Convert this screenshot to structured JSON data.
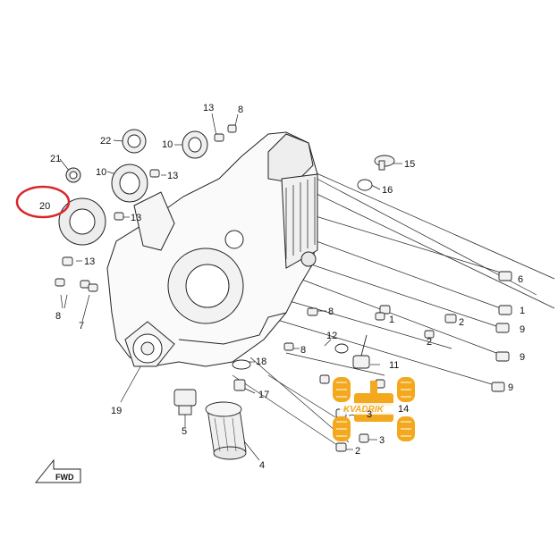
{
  "diagram": {
    "callouts": [
      {
        "id": "c13a",
        "text": "13"
      },
      {
        "id": "c8a",
        "text": "8"
      },
      {
        "id": "c22",
        "text": "22"
      },
      {
        "id": "c10a",
        "text": "10"
      },
      {
        "id": "c21",
        "text": "21"
      },
      {
        "id": "c10b",
        "text": "10"
      },
      {
        "id": "c13b",
        "text": "13"
      },
      {
        "id": "c15",
        "text": "15"
      },
      {
        "id": "c16",
        "text": "16"
      },
      {
        "id": "c20",
        "text": "20"
      },
      {
        "id": "c13c",
        "text": "13"
      },
      {
        "id": "c13d",
        "text": "13"
      },
      {
        "id": "c6",
        "text": "6"
      },
      {
        "id": "c8b",
        "text": "8"
      },
      {
        "id": "c7",
        "text": "7"
      },
      {
        "id": "c1a",
        "text": "1"
      },
      {
        "id": "c8c",
        "text": "8"
      },
      {
        "id": "c2a",
        "text": "2"
      },
      {
        "id": "c1b",
        "text": "1"
      },
      {
        "id": "c9a",
        "text": "9"
      },
      {
        "id": "c12",
        "text": "12"
      },
      {
        "id": "c2b",
        "text": "2"
      },
      {
        "id": "c8d",
        "text": "8"
      },
      {
        "id": "c9b",
        "text": "9"
      },
      {
        "id": "c18",
        "text": "18"
      },
      {
        "id": "c11",
        "text": "11"
      },
      {
        "id": "c17",
        "text": "17"
      },
      {
        "id": "c9c",
        "text": "9"
      },
      {
        "id": "c19",
        "text": "19"
      },
      {
        "id": "c14",
        "text": "14"
      },
      {
        "id": "c3a",
        "text": "3"
      },
      {
        "id": "c5",
        "text": "5"
      },
      {
        "id": "c3b",
        "text": "3"
      },
      {
        "id": "c2c",
        "text": "2"
      },
      {
        "id": "c4",
        "text": "4"
      }
    ],
    "fwd_label": "FWD",
    "highlight_color": "#d8262c"
  },
  "watermark": {
    "text": "KVADRIK",
    "color": "#f3a81d"
  }
}
